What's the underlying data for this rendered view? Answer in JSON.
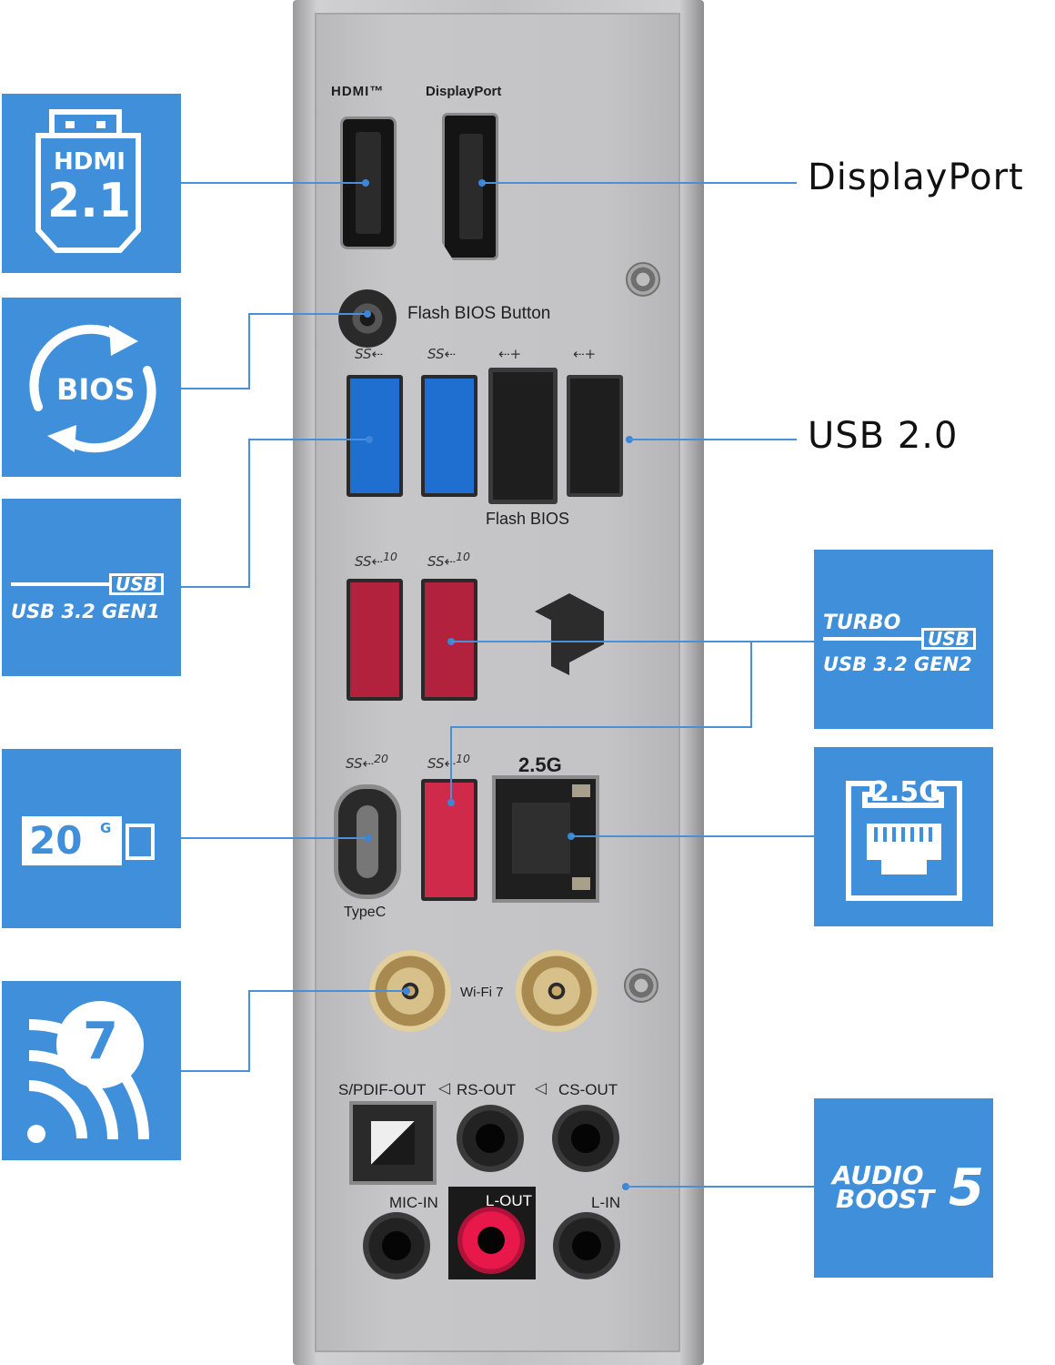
{
  "callouts": {
    "displayport": "DisplayPort",
    "usb2": "USB 2.0"
  },
  "panel_labels": {
    "hdmi_logo": "HDMI™",
    "displayport_top": "DisplayPort",
    "flash_bios_button": "Flash BIOS Button",
    "flash_bios": "Flash BIOS",
    "lan_speed": "2.5G",
    "typec": "TypeC",
    "wifi": "Wi-Fi 7",
    "spdif_out": "S/PDIF-OUT",
    "rs_out": "RS-OUT",
    "cs_out": "CS-OUT",
    "mic_in": "MIC-IN",
    "l_out": "L-OUT",
    "l_in": "L-IN",
    "usb_ss_10": "10",
    "usb_ss_20": "20"
  },
  "tiles": {
    "hdmi": {
      "line1": "HDMI",
      "line2": "2.1"
    },
    "bios": {
      "label": "BIOS"
    },
    "usb32gen1": {
      "badge": "USB",
      "label": "USB 3.2 GEN1"
    },
    "speed20g": {
      "value": "20",
      "unit": "G"
    },
    "wifi7": {
      "value": "7"
    },
    "turbo_usb": {
      "turbo": "TURBO",
      "badge": "USB",
      "label": "USB 3.2 GEN2"
    },
    "lan": {
      "label": "2.5G"
    },
    "audio": {
      "line1": "AUDIO",
      "line2": "BOOST",
      "version": "5"
    }
  },
  "colors": {
    "tile_blue": "#3f8fda",
    "usb3_blue": "#1f6fd0",
    "usb10_red": "#b3223c",
    "lout_pink": "#e8194a"
  }
}
